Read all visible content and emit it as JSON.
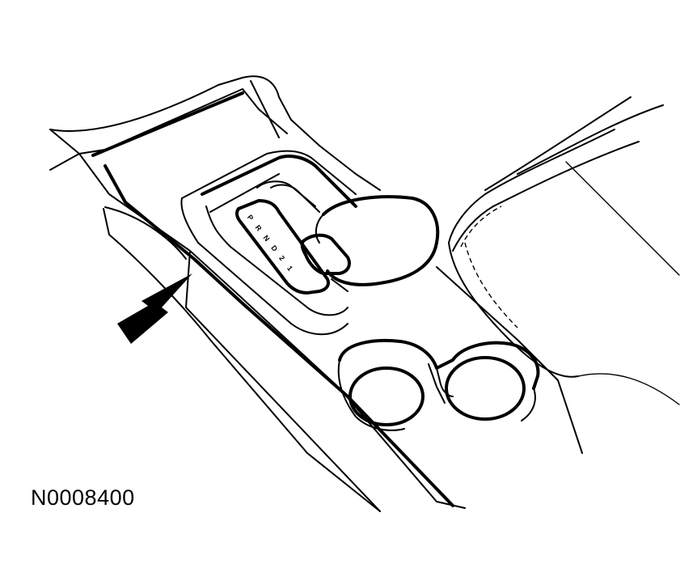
{
  "figure": {
    "id_label": "N0008400"
  },
  "shifter": {
    "gear_letters": [
      "P",
      "R",
      "N",
      "D",
      "2",
      "1"
    ]
  },
  "colors": {
    "line": "#000000",
    "background": "#ffffff"
  }
}
